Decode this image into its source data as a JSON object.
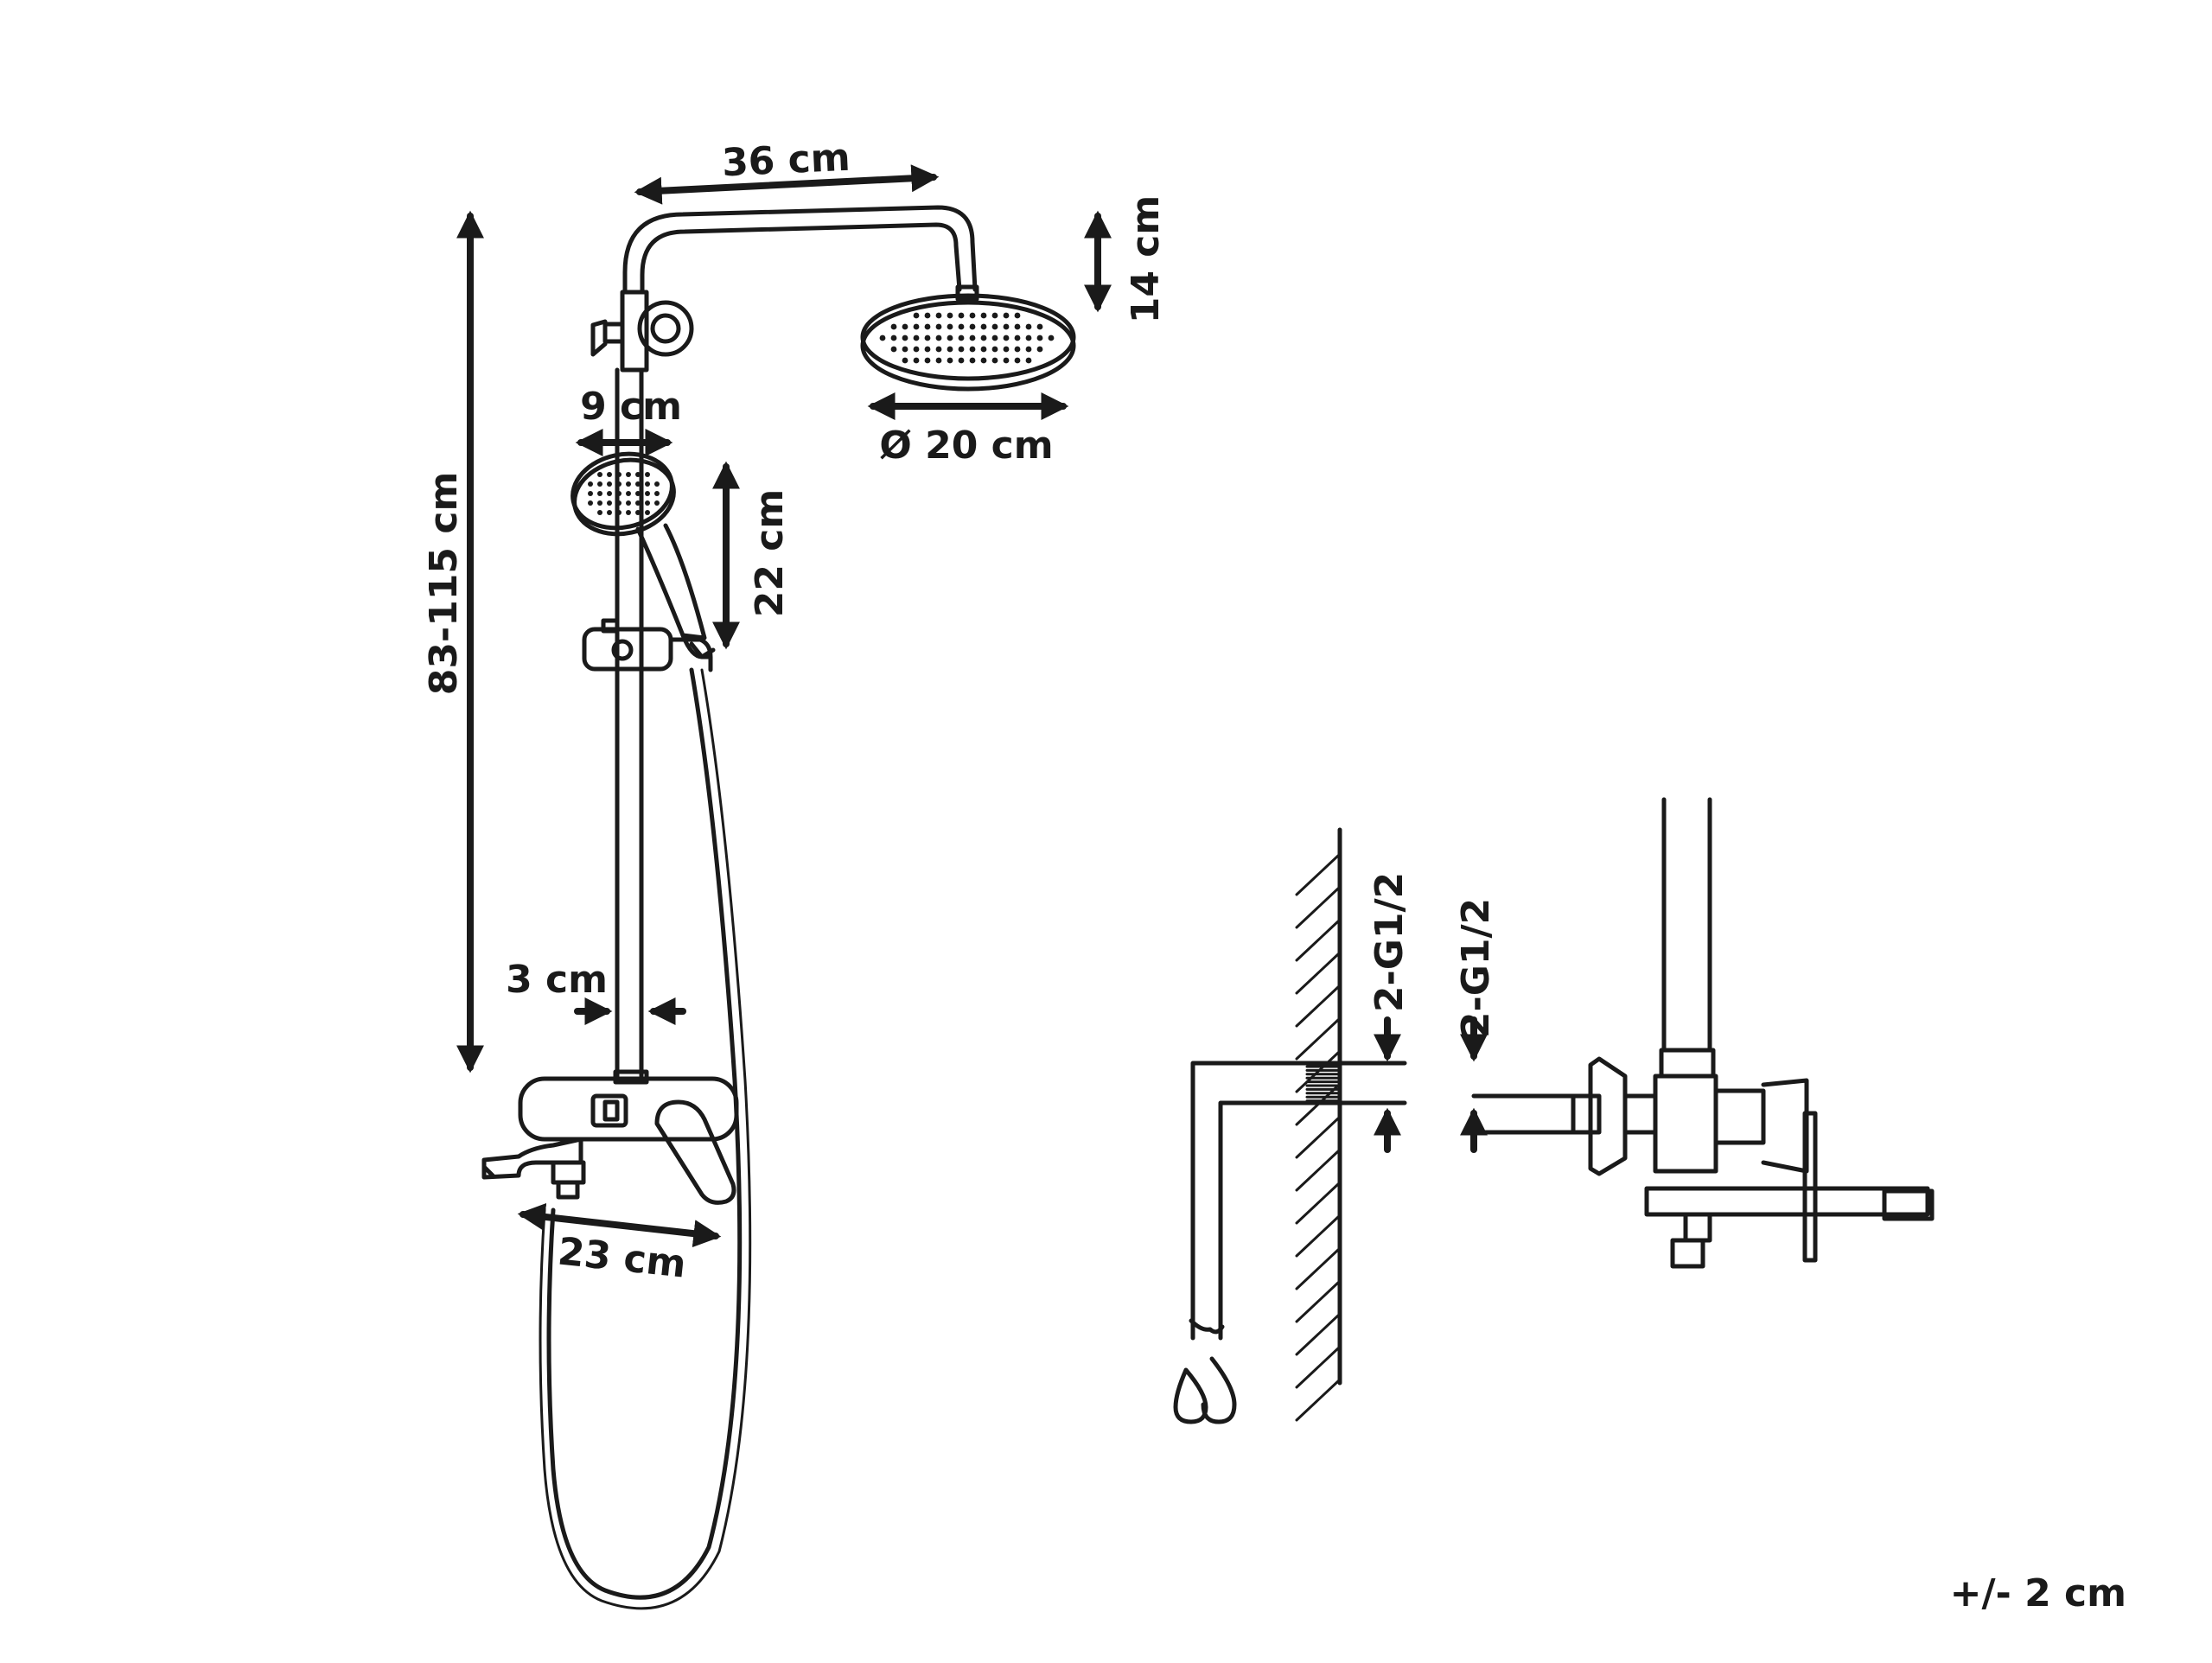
{
  "dimensions": {
    "arm_width": "36 cm",
    "head_height": "14 cm",
    "head_diameter": "Ø 20 cm",
    "hand_shower_width": "9 cm",
    "hand_shower_height": "22 cm",
    "rail_height": "83-115 cm",
    "rail_diameter": "3 cm",
    "mixer_width": "23 cm",
    "connection_wall": "2-G1/2",
    "connection_mixer": "2-G1/2",
    "tolerance": "+/- 2 cm"
  },
  "colors": {
    "line": "#1a1a1a",
    "background": "#ffffff"
  },
  "icons": [
    "water-drops-icon"
  ]
}
